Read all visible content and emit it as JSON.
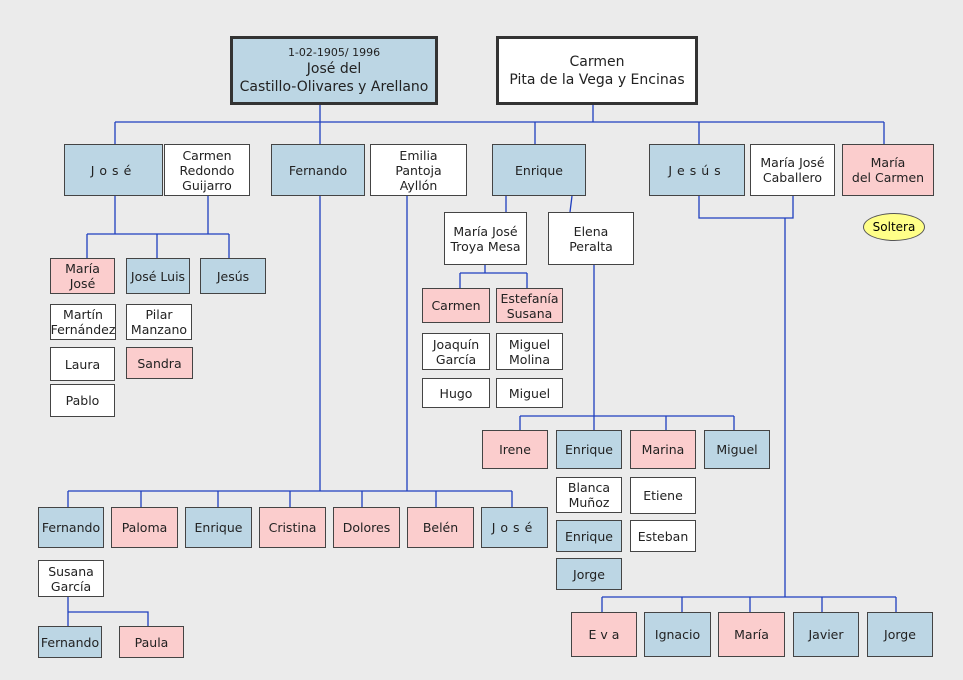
{
  "roots": {
    "father": {
      "dates": "1-02-1905/ 1996",
      "name": "José del\nCastillo-Olivares y Arellano"
    },
    "mother": {
      "name": "Carmen\nPita de la Vega y Encinas"
    }
  },
  "gen1": {
    "jose": "José",
    "carmen_redondo": "Carmen\nRedondo\nGuijarro",
    "fernando": "Fernando",
    "emilia": "Emilia\nPantoja\nAyllón",
    "enrique": "Enrique",
    "jesus": "Jesús",
    "maria_jose_caballero": "María José\nCaballero",
    "maria_del_carmen": "María\ndel Carmen",
    "soltera": "Soltera"
  },
  "jose_family": {
    "maria_jose": "María\nJosé",
    "jose_luis": "José Luis",
    "jesus": "Jesús",
    "martin": "Martín\nFernández",
    "pilar": "Pilar\nManzano",
    "laura": "Laura",
    "sandra": "Sandra",
    "pablo": "Pablo"
  },
  "fernando_family": {
    "children": [
      "Fernando",
      "Paloma",
      "Enrique",
      "Cristina",
      "Dolores",
      "Belén",
      "José"
    ],
    "susana": "Susana\nGarcía",
    "grandchildren": [
      "Fernando",
      "Paula"
    ]
  },
  "enrique_family": {
    "maria_jose_troya": "María José\nTroya Mesa",
    "elena": "Elena\nPeralta",
    "carmen": "Carmen",
    "estefania": "Estefanía\nSusana",
    "joaquin": "Joaquín\nGarcía",
    "miguel_molina": "Miguel\nMolina",
    "hugo": "Hugo",
    "miguel": "Miguel",
    "elena_children": [
      "Irene",
      "Enrique",
      "Marina",
      "Miguel"
    ],
    "blanca": "Blanca\nMuñoz",
    "etiene": "Etiene",
    "enrique2": "Enrique",
    "esteban": "Esteban",
    "jorge": "Jorge"
  },
  "jesus_family": {
    "children": [
      "E v a",
      "Ignacio",
      "María",
      "Javier",
      "Jorge"
    ]
  },
  "colors": {
    "male": "#bcd6e4",
    "female": "#fbcdcd",
    "line": "#1f3fbf",
    "background": "#ebebeb"
  }
}
